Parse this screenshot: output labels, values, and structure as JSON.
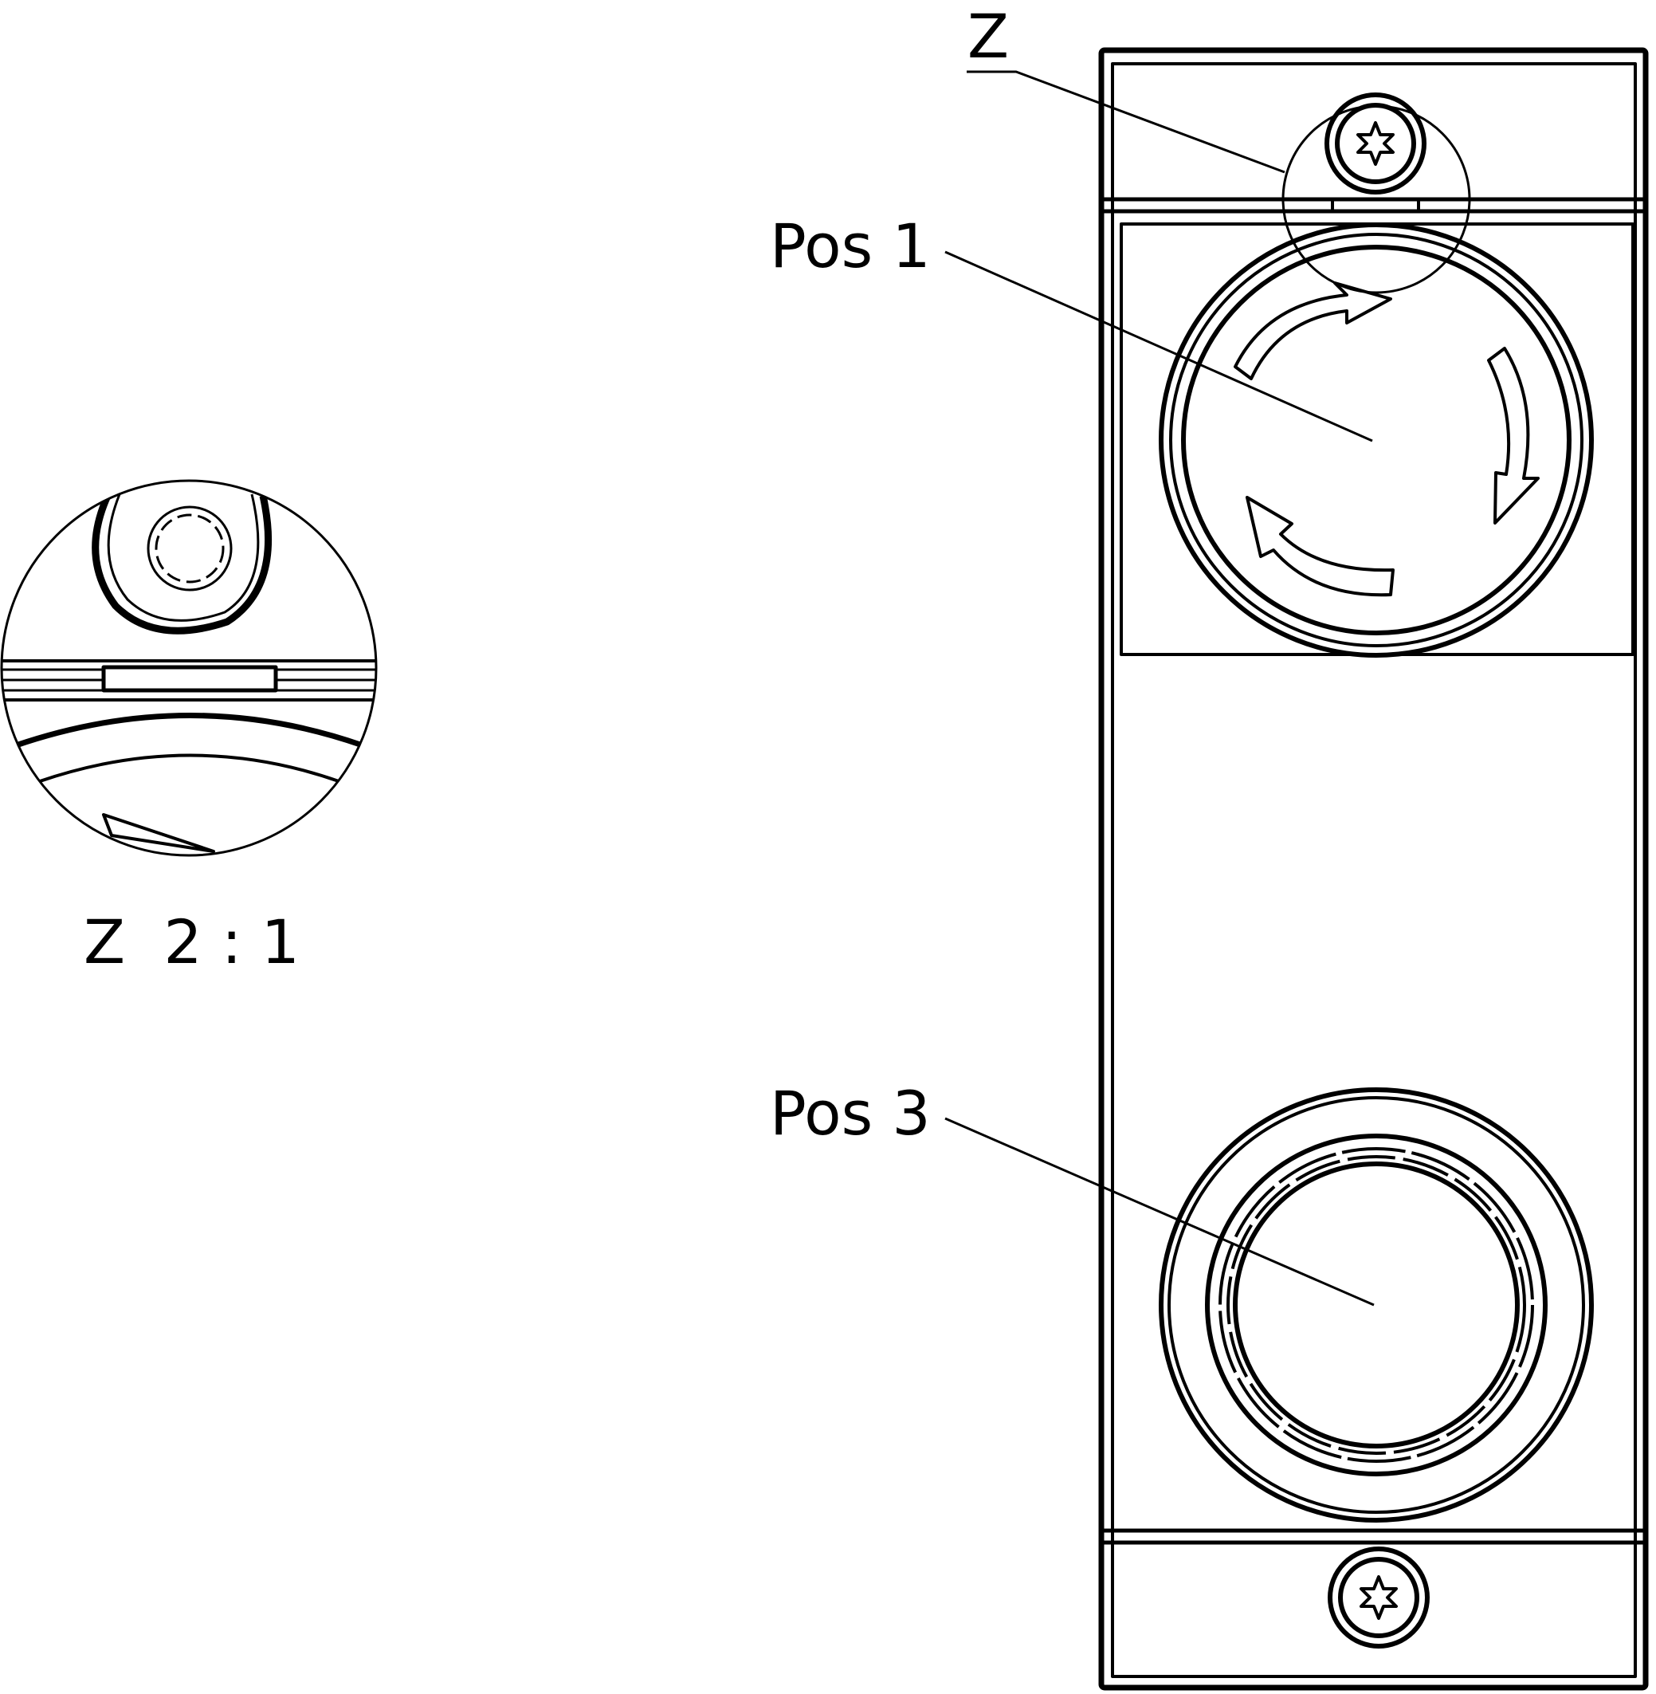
{
  "labels": {
    "detail_marker": "Z",
    "pos1": "Pos 1",
    "pos3": "Pos 3",
    "detail_caption": "Z  2 : 1"
  },
  "colors": {
    "stroke": "#000000",
    "background": "#ffffff"
  },
  "icons": {
    "pos1": "rotation-arrows-icon",
    "screws": "torx-screw-icon"
  }
}
